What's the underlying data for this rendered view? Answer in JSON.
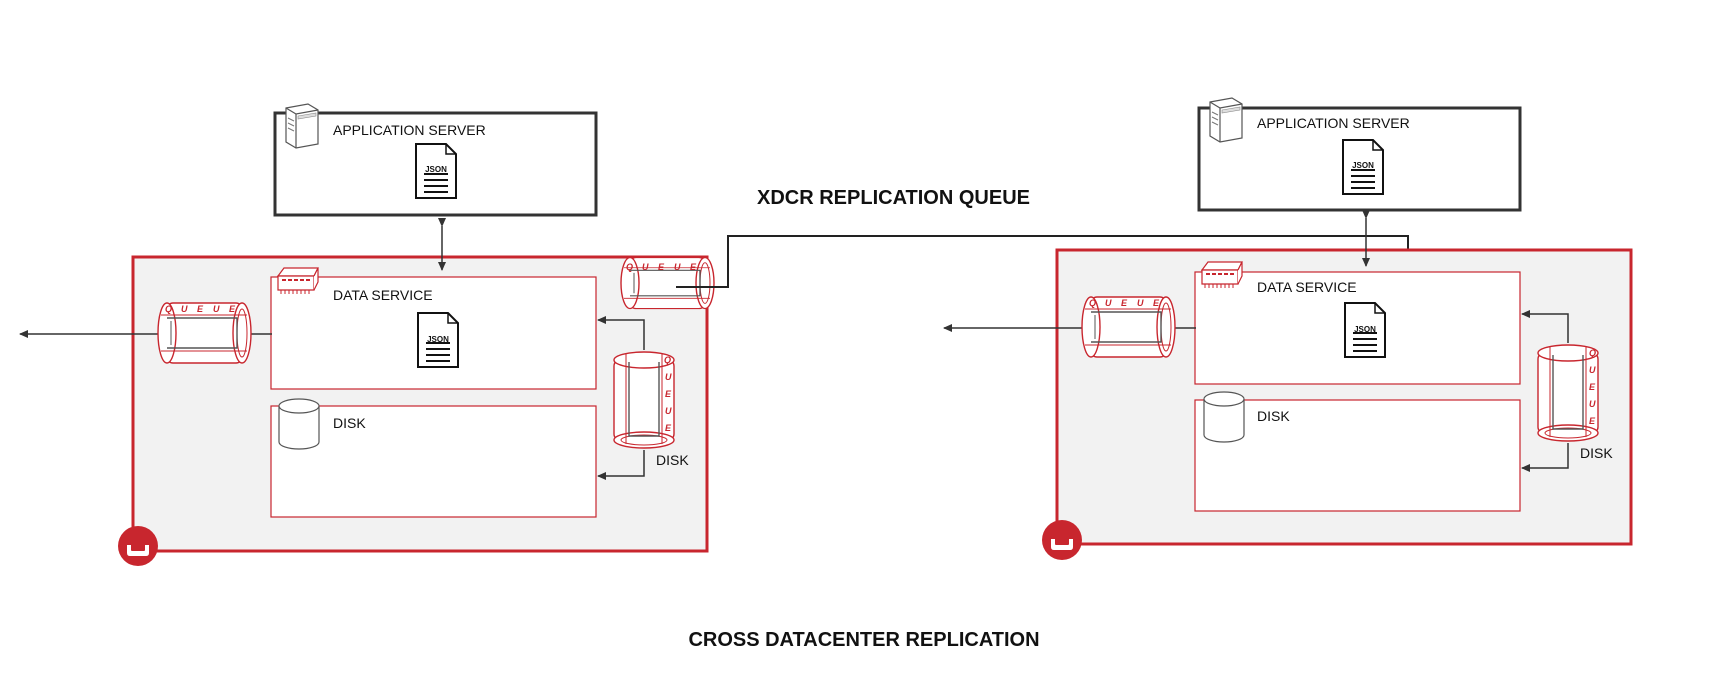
{
  "diagram": {
    "replication_queue_title": "XDCR REPLICATION QUEUE",
    "footer_title": "CROSS DATACENTER REPLICATION",
    "colors": {
      "accent_red": "#c8262e",
      "cluster_fill": "#f2f2f2",
      "line": "#333333"
    },
    "clusters": [
      {
        "app_server_label": "APPLICATION SERVER",
        "data_service_label": "DATA SERVICE",
        "disk_label": "DISK",
        "disk_queue_label": "DISK",
        "json_label": "JSON",
        "queue_letters": [
          "Q",
          "U",
          "E",
          "U",
          "E"
        ],
        "logo_icon": "couchbase-logo-icon"
      },
      {
        "app_server_label": "APPLICATION SERVER",
        "data_service_label": "DATA SERVICE",
        "disk_label": "DISK",
        "disk_queue_label": "DISK",
        "json_label": "JSON",
        "queue_letters": [
          "Q",
          "U",
          "E",
          "U",
          "E"
        ],
        "logo_icon": "couchbase-logo-icon"
      }
    ]
  }
}
